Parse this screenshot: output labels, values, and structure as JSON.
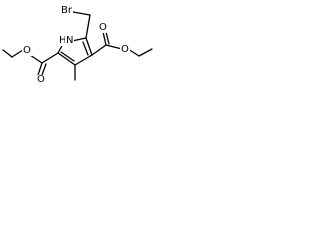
{
  "structure": {
    "atoms": {
      "bromine": "Br",
      "nitrogen_h": "H",
      "nitrogen": "N",
      "left_carbonyl_oxygen": "O",
      "left_ester_oxygen": "O",
      "right_carbonyl_oxygen": "O",
      "right_ester_oxygen": "O"
    }
  }
}
